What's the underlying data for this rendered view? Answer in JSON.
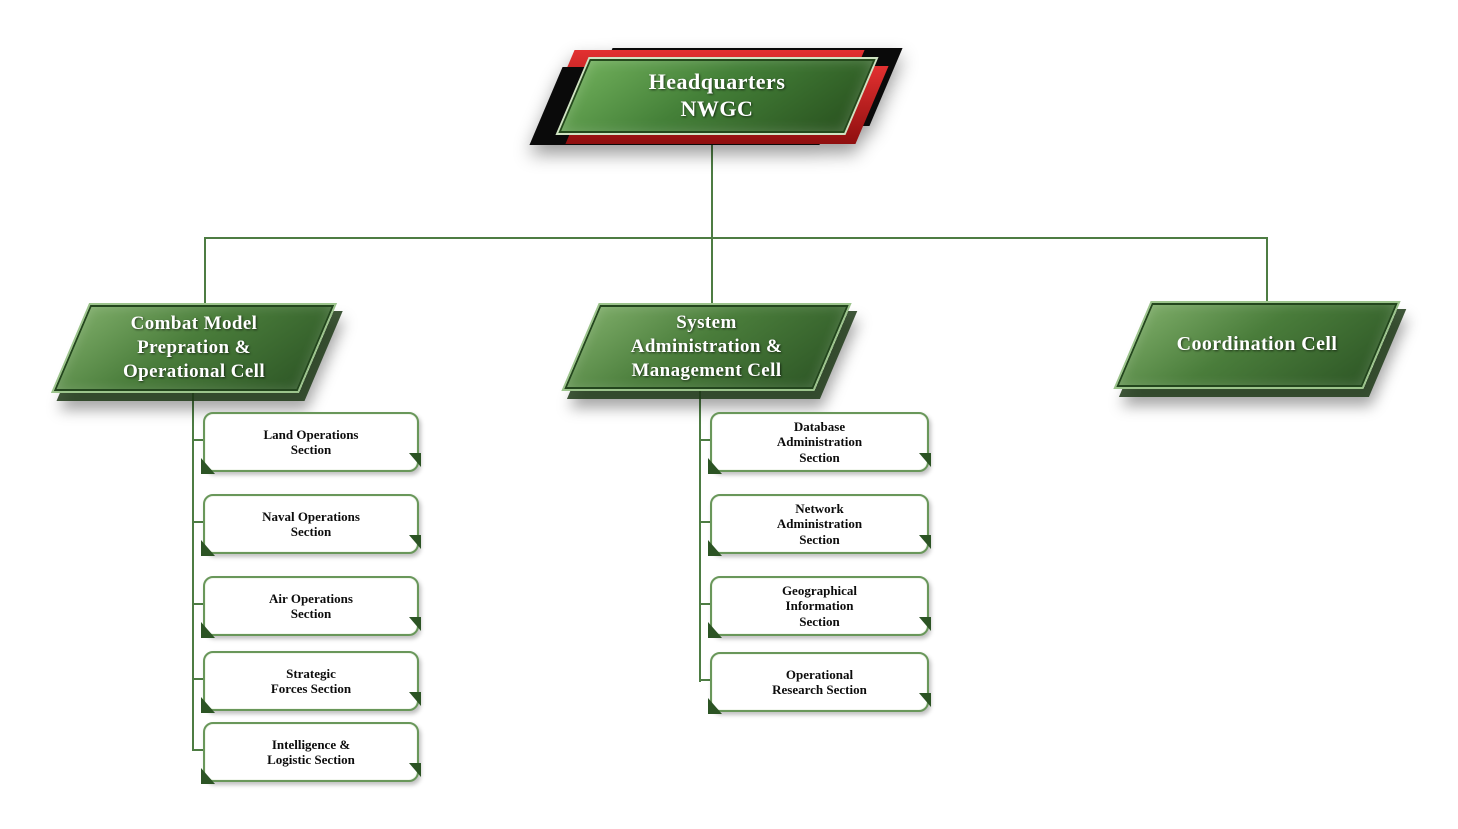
{
  "root": {
    "label": "Headquarters\nNWGC"
  },
  "cells": [
    {
      "label": "Combat Model\nPrepration &\nOperational Cell",
      "children": [
        "Land Operations\nSection",
        "Naval Operations\nSection",
        "Air Operations\nSection",
        "Strategic\nForces Section",
        "Intelligence &\nLogistic Section"
      ]
    },
    {
      "label": "System\nAdministration &\nManagement Cell",
      "children": [
        "Database\nAdministration\nSection",
        "Network\nAdministration\nSection",
        "Geographical\nInformation\nSection",
        "Operational\nResearch Section"
      ]
    },
    {
      "label": "Coordination Cell",
      "children": []
    }
  ],
  "colors": {
    "connector": "#4d7c43",
    "cell_green_dark": "#2e5726",
    "cell_green_light": "#79a965",
    "accent_red": "#c41e1e",
    "accent_black": "#0a0a0a",
    "section_border": "#69975a",
    "section_fold": "#2c5424"
  }
}
